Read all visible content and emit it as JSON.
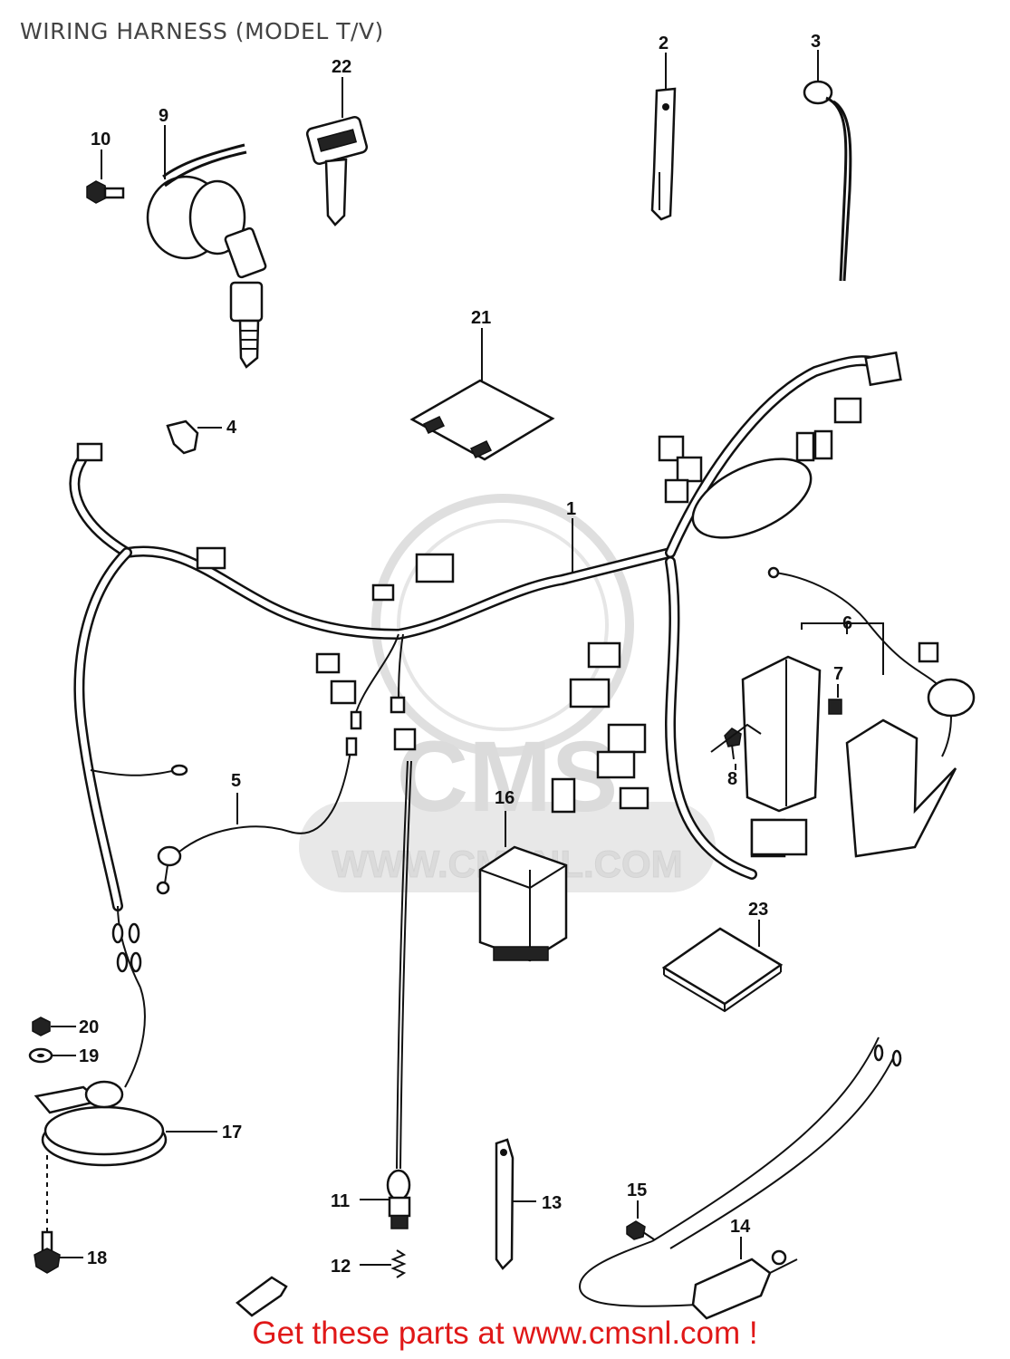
{
  "title": "WIRING HARNESS (MODEL T/V)",
  "banner": "Get these parts at www.cmsnl.com !",
  "watermark": {
    "logo_text": "CMS",
    "url_text": "WWW.CMSNL.COM"
  },
  "callouts": [
    "1",
    "2",
    "3",
    "4",
    "5",
    "6",
    "7",
    "8",
    "9",
    "10",
    "11",
    "12",
    "13",
    "14",
    "15",
    "16",
    "17",
    "18",
    "19",
    "20",
    "21",
    "22",
    "23"
  ],
  "colors": {
    "banner": "#e01818",
    "line": "#111111",
    "watermark": "#d8d8d8"
  }
}
